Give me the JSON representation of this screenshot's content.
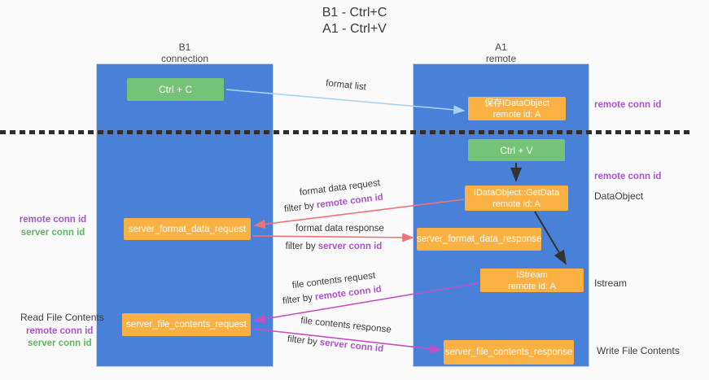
{
  "title": {
    "line1": "B1 - Ctrl+C",
    "line2": "A1 - Ctrl+V"
  },
  "colors": {
    "lane_blue": "#4a81d8",
    "node_orange": "#f9b143",
    "node_green": "#74c377",
    "arrow_light_blue": "#a9d2f0",
    "arrow_red": "#ee7376",
    "arrow_magenta": "#c44fc4",
    "arrow_black": "#333333",
    "text_purple": "#a855c8",
    "text_green": "#5cb860",
    "background": "#fafafa"
  },
  "lanes": {
    "left": {
      "title": "B1",
      "subtitle": "connection"
    },
    "right": {
      "title": "A1",
      "subtitle": "remote"
    }
  },
  "nodes": {
    "ctrl_c": {
      "label": "Ctrl + C"
    },
    "saved_idataobject": {
      "line1": "保存IDataObject",
      "line2": "remote id: A"
    },
    "ctrl_v": {
      "label": "Ctrl + V"
    },
    "idataobject_getdata": {
      "line1": "IDataObject::GetData",
      "line2": "remote id: A"
    },
    "server_format_data_request": {
      "label": "server_format_data_request"
    },
    "server_format_data_response": {
      "label": "server_format_data_response"
    },
    "istream": {
      "line1": "IStream",
      "line2": "remote id: A"
    },
    "server_file_contents_request": {
      "label": "server_file_contents_request"
    },
    "server_file_contents_response": {
      "label": "server_file_contents_response"
    }
  },
  "arrows": {
    "format_list": {
      "label": "format list"
    },
    "format_data_request": {
      "label": "format data request",
      "filter_prefix": "filter by",
      "filter_key": "remote conn id"
    },
    "format_data_response": {
      "label": "format data response",
      "filter_prefix": "filter by",
      "filter_key": "server conn id"
    },
    "file_contents_request": {
      "label": "file contents request",
      "filter_prefix": "filter by",
      "filter_key": "remote conn id"
    },
    "file_contents_response": {
      "label": "file contents response",
      "filter_prefix": "filter by",
      "filter_key": "server conn id"
    }
  },
  "annotations": {
    "right_remote_conn_id_top": "remote conn id",
    "right_remote_conn_id_mid": "remote conn id",
    "dataobject": "DataObject",
    "istream": "Istream",
    "write_file_contents": "Write File Contents",
    "left_remote_conn_id_top": "remote conn id",
    "left_server_conn_id_top": "server conn id",
    "read_file_contents": "Read File Contents",
    "left_remote_conn_id_bottom": "remote conn id",
    "left_server_conn_id_bottom": "server conn id"
  }
}
